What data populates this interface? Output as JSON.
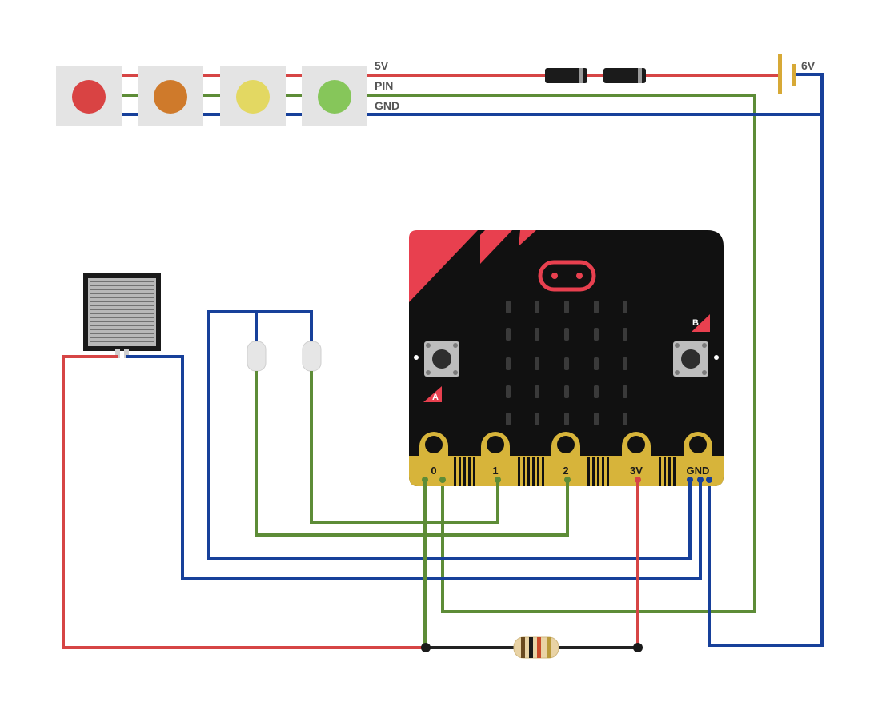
{
  "strip": {
    "labels": {
      "v5": "5V",
      "pin": "PIN",
      "gnd": "GND"
    },
    "led_colors": [
      "#d94343",
      "#cf7a2b",
      "#e3d862",
      "#86c65a"
    ]
  },
  "battery": {
    "label": "6V"
  },
  "board": {
    "button_a": "A",
    "button_b": "B",
    "pins": [
      "0",
      "1",
      "2",
      "3V",
      "GND"
    ]
  },
  "wire_colors": {
    "power": "#d64545",
    "signal": "#5d8c37",
    "ground": "#17409a",
    "bridge": "#222222"
  },
  "board_colors": {
    "body": "#111111",
    "accent": "#e8404f",
    "edge": "#d7b43a"
  }
}
